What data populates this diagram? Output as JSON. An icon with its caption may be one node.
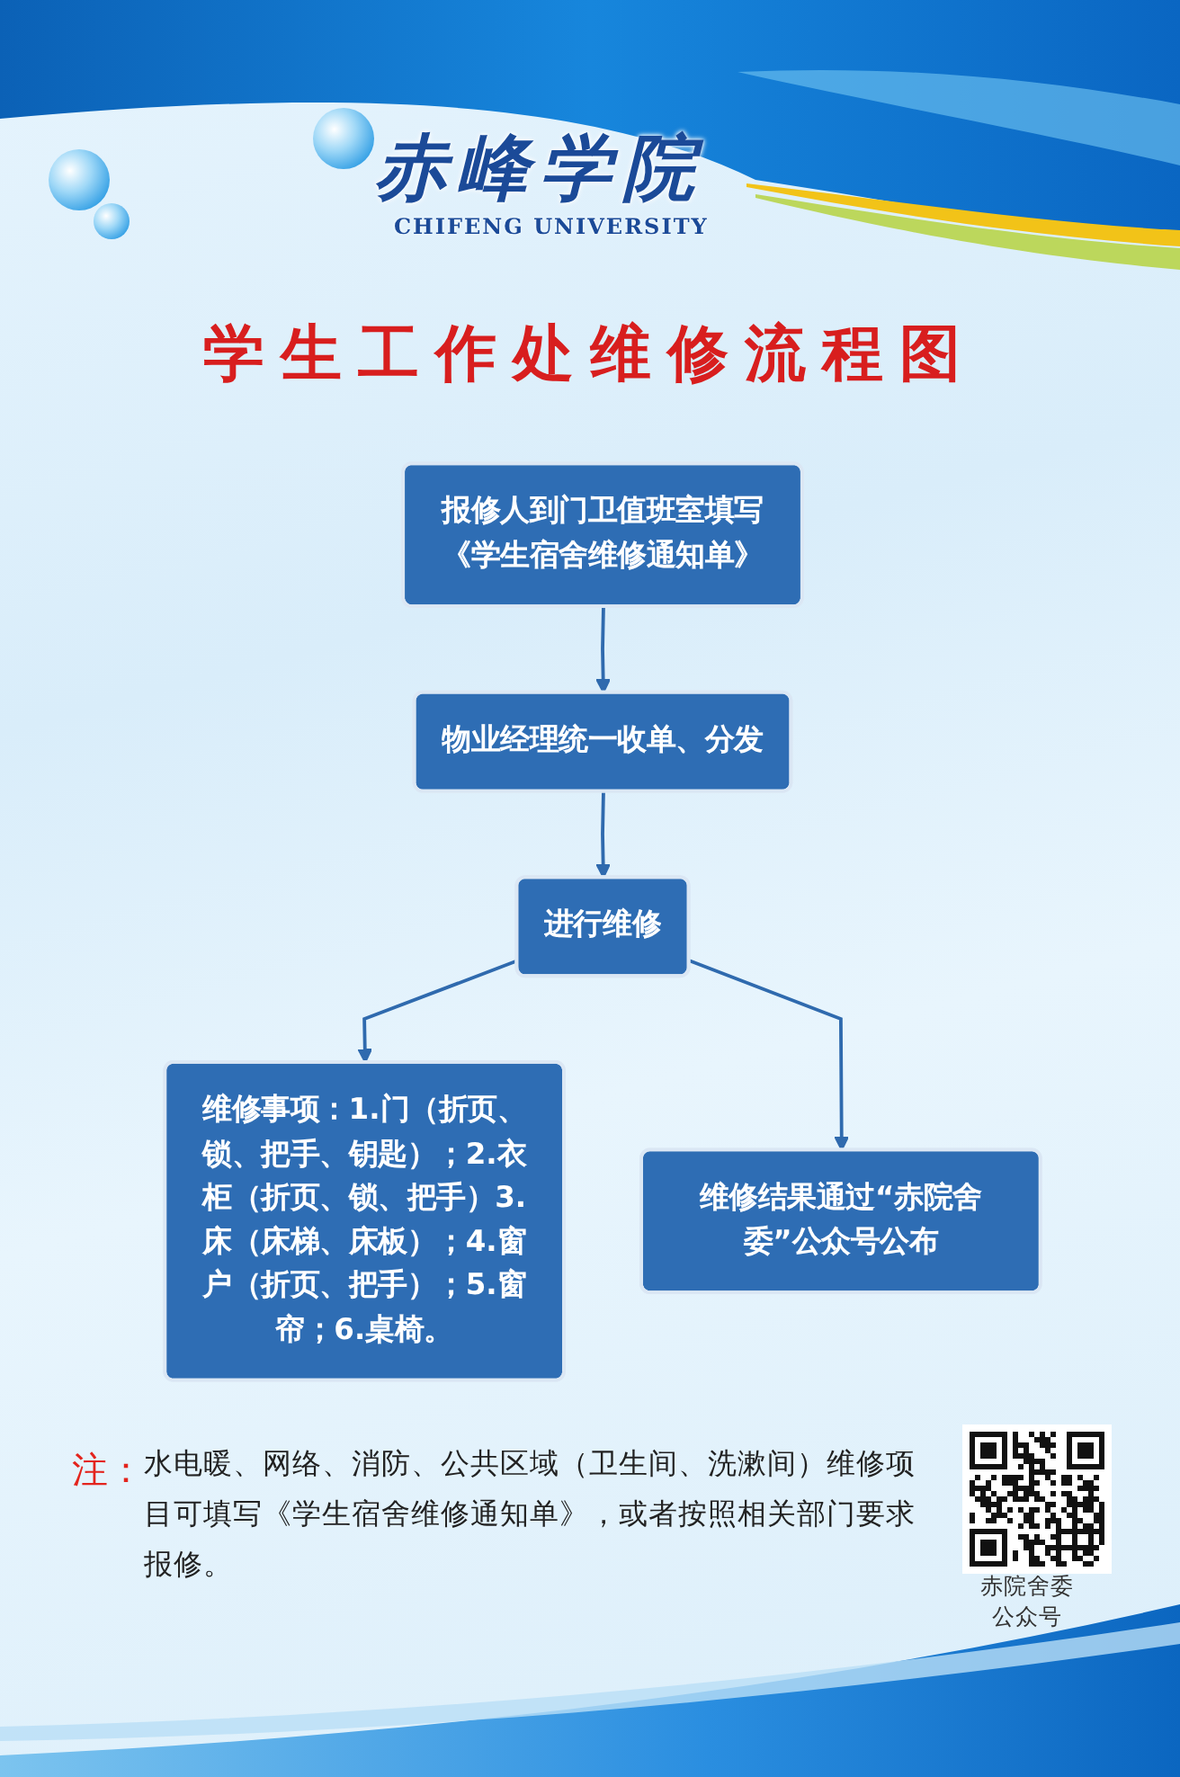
{
  "diagram": {
    "title": "学生工作处维修流程图",
    "nodes": [
      {
        "text": [
          "报修人到门卫值班室填写《学生宿舍维修通知单》"
        ]
      },
      {
        "text": [
          "物业经理统一收单、分发"
        ]
      },
      {
        "text": [
          "进行维修"
        ]
      },
      {
        "text": [
          "维修事项：1.门（折页、锁、把手、钥匙）；2.衣柜（折页、锁、把手）3.床（床梯、床板）；4.窗户（折页、把手）；5.窗帘；6.桌椅。"
        ]
      },
      {
        "text": [
          "维修结果通过“赤院舍委”公众号公布"
        ]
      }
    ],
    "edges": [
      {
        "from": 0,
        "to": 1,
        "arrow": "to"
      },
      {
        "from": 1,
        "to": 2,
        "arrow": "to"
      },
      {
        "from": 2,
        "to": 3,
        "arrow": "to"
      },
      {
        "from": 2,
        "to": 4,
        "arrow": "to"
      }
    ],
    "labels": [
      "赤峰学院",
      "CHIFENG UNIVERSITY",
      "注：",
      "水电暖、网络、消防、公共区域（卫生间、洗漱间）维修项目可填写《学生宿舍维修通知单》，或者按照相关部门要求报修。",
      "赤院舍委公众号"
    ]
  }
}
